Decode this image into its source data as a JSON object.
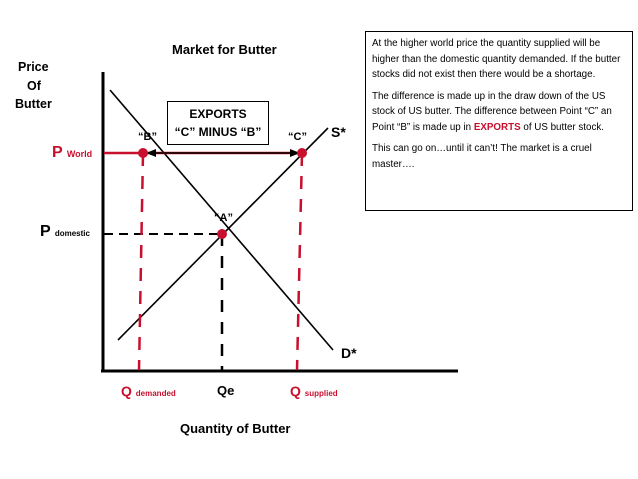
{
  "title": "Market for Butter",
  "y_axis_label": [
    "Price",
    "Of",
    "Butter"
  ],
  "x_axis_label": "Quantity of Butter",
  "price_labels": {
    "world_main": "P",
    "world_sub": "World",
    "domestic_main": "P",
    "domestic_sub": "domestic"
  },
  "quantity_labels": {
    "demanded_main": "Q",
    "demanded_sub": "demanded",
    "equilibrium": "Qe",
    "supplied_main": "Q",
    "supplied_sub": "supplied"
  },
  "curves": {
    "supply": "S*",
    "demand": "D*"
  },
  "points": {
    "a": "“A”",
    "b": "“B”",
    "c": "“C”"
  },
  "exports_box": {
    "line1": "EXPORTS",
    "line2": "“C” MINUS “B”"
  },
  "note": {
    "para1": "At the higher world price the quantity supplied will be higher than the domestic quantity demanded.  If the butter stocks did not exist then there would be a shortage.",
    "para2_before": "The difference is made up in the draw down of  the US stock of US butter.  The difference between Point “C” an Point “B” is made up in ",
    "para2_highlight": "EXPORTS",
    "para2_after": " of US butter stock.",
    "para3": "This can go on…until it can’t!  The market is a cruel master…."
  },
  "colors": {
    "accent": "#c8102e",
    "line": "#000000"
  }
}
